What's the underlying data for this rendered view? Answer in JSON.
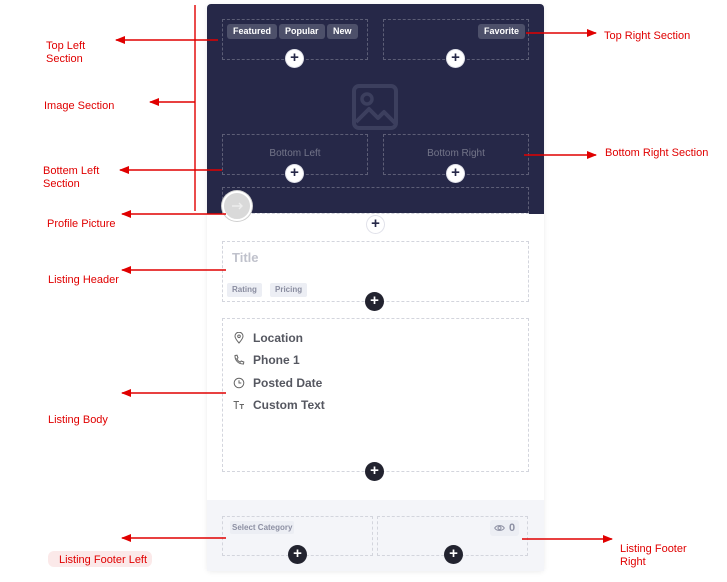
{
  "card": {
    "top_left_badges": [
      "Featured",
      "Popular",
      "New"
    ],
    "top_right_badge": "Favorite",
    "bottom_left_label": "Bottom Left",
    "bottom_right_label": "Bottom Right",
    "add_symbol": "+",
    "title_placeholder": "Title",
    "header_tags": [
      "Rating",
      "Pricing"
    ],
    "body_items": [
      {
        "icon": "location-pin-icon",
        "label": "Location"
      },
      {
        "icon": "phone-icon",
        "label": "Phone 1"
      },
      {
        "icon": "clock-icon",
        "label": "Posted Date"
      },
      {
        "icon": "text-icon",
        "label": "Custom Text"
      }
    ],
    "footer_left_label": "Select Category",
    "view_count": "0"
  },
  "annotations": {
    "top_left": [
      "Top Left",
      "Section"
    ],
    "image_section": "Image Section",
    "bottom_left": [
      "Bottem Left",
      "Section"
    ],
    "profile_picture": "Profile Picture",
    "listing_header": "Listing Header",
    "listing_body": "Listing Body",
    "listing_footer_left": "Listing Footer Left",
    "top_right": "Top Right Section",
    "bottom_right": "Bottom Right Section",
    "listing_footer_right": [
      "Listing Footer",
      "Right"
    ]
  },
  "colors": {
    "image_bg": "#262848",
    "annotation": "#e00000",
    "footer_bg": "#f4f5f9"
  }
}
